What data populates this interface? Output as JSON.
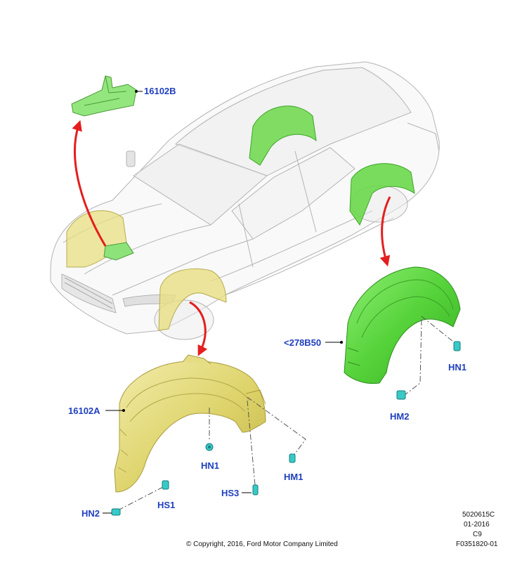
{
  "callouts": {
    "bracket_top": "16102B",
    "liner_front": "16102A",
    "liner_rear": "<278B50",
    "front_hn1": "HN1",
    "front_hm1": "HM1",
    "front_hs1": "HS1",
    "front_hs3": "HS3",
    "front_hn2": "HN2",
    "rear_hn1": "HN1",
    "rear_hm2": "HM2"
  },
  "footer": {
    "copyright": "© Copyright, 2016, Ford Motor Company Limited",
    "code1": "5020615C",
    "date": "01-2016",
    "rev": "C9",
    "figure": "F0351820-01"
  },
  "colors": {
    "callout_text": "#1f3fbf",
    "arrow": "#e41e1e",
    "front_part": "#e6de7c",
    "rear_part": "#5fd13a",
    "fastener": "#39c9c6"
  }
}
